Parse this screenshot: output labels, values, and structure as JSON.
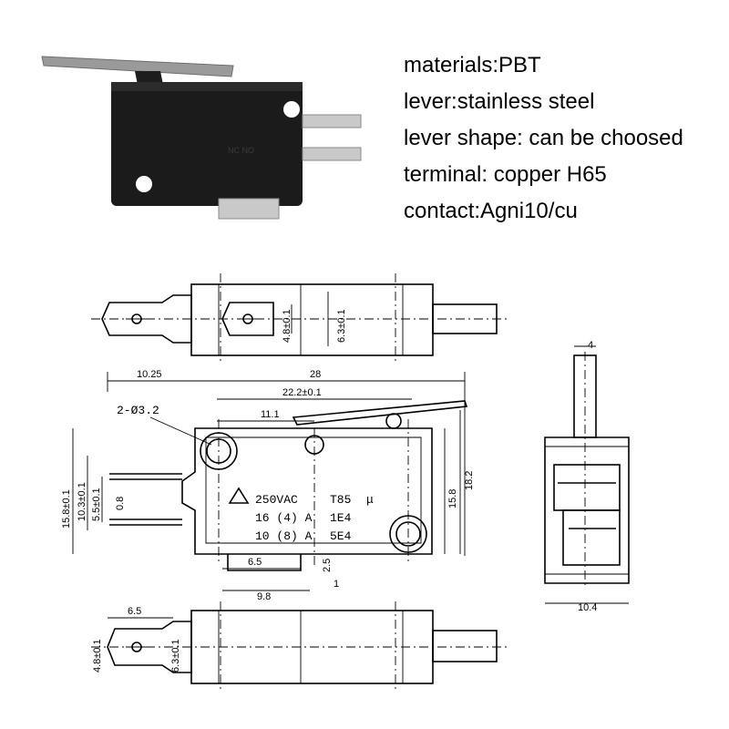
{
  "specs": {
    "materials": "materials:PBT",
    "lever": "lever:stainless steel",
    "lever_shape": "lever shape: can be choosed",
    "terminal": "terminal: copper H65",
    "contact": "contact:Agni10/cu"
  },
  "drawing": {
    "dims": {
      "overall_length": "28",
      "lever_offset": "10.25",
      "hole_spacing": "22.2±0.1",
      "pivot": "11.1",
      "holes": "2-Ø3.2",
      "height_15_8_tol": "15.8±0.1",
      "height_10_3": "10.3±0.1",
      "height_5_5": "5.5±0.1",
      "gap_0_8": "0.8",
      "body_height": "15.8",
      "total_height": "18.2",
      "term_width_6_5": "6.5",
      "term_len_9_8": "9.8",
      "term_2_5": "2.5",
      "term_1": "1",
      "tab_4_8": "4.8±0.1",
      "tab_6_3": "6.3±0.1",
      "side_width": "10.4",
      "side_top": "4",
      "bottom_6_5": "6.5",
      "bottom_4_8": "4.8±0.1",
      "bottom_6_3": "6.3±0.1"
    },
    "rating": {
      "voltage": "250VAC",
      "temp": "T85",
      "micro": "μ",
      "current_16": "16 (4) A",
      "life_1": "1E4",
      "current_10": "10 (8) A",
      "life_2": "5E4"
    }
  }
}
